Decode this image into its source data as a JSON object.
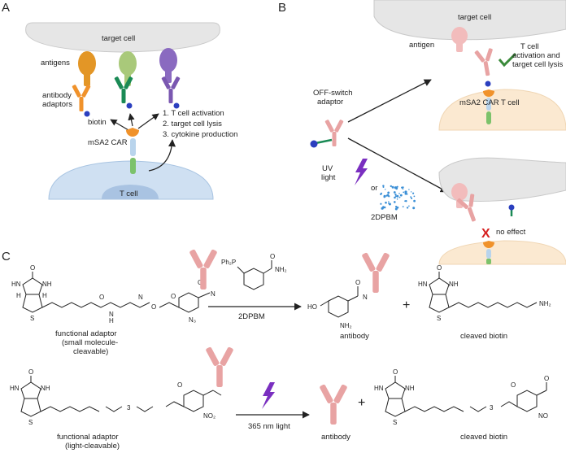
{
  "panels": {
    "a": "A",
    "b": "B",
    "c": "C"
  },
  "panel_a": {
    "target_cell": "target cell",
    "antigens": "antigens",
    "antibody_adaptors": "antibody\nadaptors",
    "biotin": "biotin",
    "car": "mSA2 CAR",
    "steps": [
      "1. T cell activation",
      "2. target cell lysis",
      "3. cytokine production"
    ],
    "t_cell": "T cell"
  },
  "panel_b": {
    "target_cell_top": "target cell",
    "antigen": "antigen",
    "outcome_active": "T cell\nactivation and\ntarget cell lysis",
    "car_t_cell": "mSA2 CAR T cell",
    "off_switch": "OFF-switch\nadaptor",
    "uv": "UV\nlight",
    "or": "or",
    "reagent": "2DPBM",
    "outcome_off": "no effect"
  },
  "panel_c": {
    "row1": {
      "reagent_top": "Ph₂P",
      "reagent_nh2": "NH₂",
      "reagent_name": "2DPBM",
      "left_caption": "functional adaptor\n(small molecule-\ncleavable)",
      "product1": "antibody",
      "product2": "cleaved biotin",
      "plus": "+",
      "n3": "N₃",
      "nh2": "NH₂",
      "ho": "HO"
    },
    "row2": {
      "condition": "365 nm light",
      "left_caption": "functional adaptor\n(light-cleavable)",
      "product1": "antibody",
      "product2": "cleaved biotin",
      "plus": "+",
      "no2": "NO₂",
      "no": "NO"
    }
  },
  "colors": {
    "antibody": "#e8a3a3",
    "orange": "#f0922b",
    "green": "#1a8a55",
    "purple": "#7a57b0",
    "biotin_dot": "#2b3fbf",
    "cell_grey": "#e6e6e6",
    "tcell_blue": "#cfe0f2",
    "tcell_tan": "#fbe9d1",
    "check_green": "#3a8a3a",
    "x_red": "#d62020",
    "uv_purple": "#7a2fc0"
  }
}
